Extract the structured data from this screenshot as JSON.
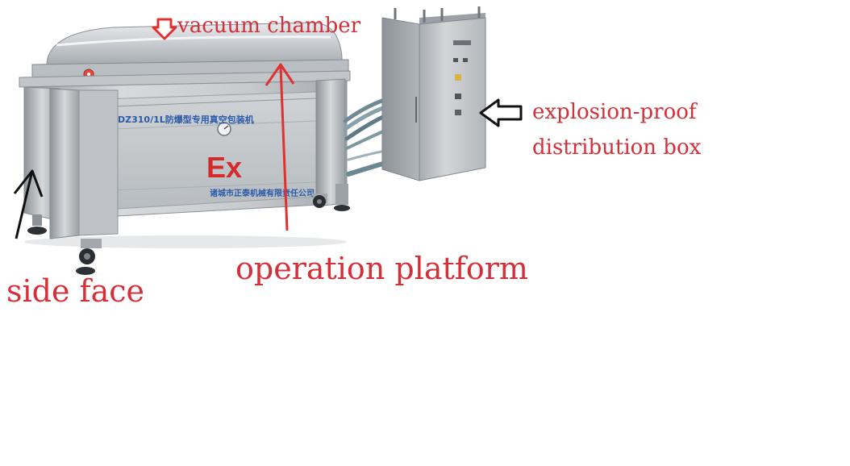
{
  "labels": {
    "vacuum_chamber": "vacuum chamber",
    "explosion_proof_line1": "explosion-proof",
    "explosion_proof_line2": "distribution box",
    "operation_platform": "operation platform",
    "side_face": "side face"
  },
  "machine": {
    "model_text": "DZ310/1L防爆型专用真空包装机",
    "brand_mark": "Ex",
    "maker_text": "诸城市正泰机械有限责任公司"
  },
  "colors": {
    "label_text": "#d4303a",
    "arrow_red": "#e03030",
    "arrow_black": "#111111",
    "brand_red": "#d62a2a",
    "steel_light": "#d9dcdf",
    "steel_mid": "#b3b8bd",
    "steel_dark": "#878d93"
  },
  "icons": [
    "down-arrow-icon",
    "up-arrow-icon",
    "left-arrow-icon",
    "pressure-gauge-icon",
    "caster-wheel-icon"
  ]
}
